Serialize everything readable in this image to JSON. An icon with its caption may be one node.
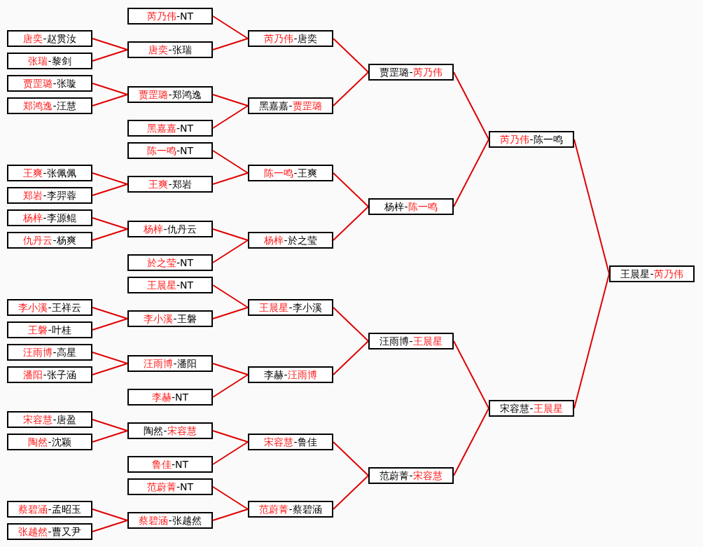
{
  "diagram": {
    "nodes": [
      {
        "text": [
          "唐奕-赵贯汝"
        ]
      },
      {
        "text": [
          "张瑞-黎剑"
        ]
      },
      {
        "text": [
          "贾罡璐-张璇"
        ]
      },
      {
        "text": [
          "郑鸿逸-汪慧"
        ]
      },
      {
        "text": [
          "王爽-张佩佩"
        ]
      },
      {
        "text": [
          "郑岩-李羿蓉"
        ]
      },
      {
        "text": [
          "杨梓-李源鲲"
        ]
      },
      {
        "text": [
          "仇丹云-杨爽"
        ]
      },
      {
        "text": [
          "李小溪-王祥云"
        ]
      },
      {
        "text": [
          "王磐-叶桂"
        ]
      },
      {
        "text": [
          "汪雨博-高星"
        ]
      },
      {
        "text": [
          "潘阳-张子涵"
        ]
      },
      {
        "text": [
          "宋容慧-唐盈"
        ]
      },
      {
        "text": [
          "陶然-沈颖"
        ]
      },
      {
        "text": [
          "蔡碧涵-孟昭玉"
        ]
      },
      {
        "text": [
          "张越然-曹又尹"
        ]
      },
      {
        "text": [
          "芮乃伟-NT"
        ]
      },
      {
        "text": [
          "唐奕-张瑞"
        ]
      },
      {
        "text": [
          "贾罡璐-郑鸿逸"
        ]
      },
      {
        "text": [
          "黑嘉嘉-NT"
        ]
      },
      {
        "text": [
          "陈一鸣-NT"
        ]
      },
      {
        "text": [
          "王爽-郑岩"
        ]
      },
      {
        "text": [
          "杨梓-仇丹云"
        ]
      },
      {
        "text": [
          "於之莹-NT"
        ]
      },
      {
        "text": [
          "王晨星-NT"
        ]
      },
      {
        "text": [
          "李小溪-王磐"
        ]
      },
      {
        "text": [
          "汪雨博-潘阳"
        ]
      },
      {
        "text": [
          "李赫-NT"
        ]
      },
      {
        "text": [
          "陶然-宋容慧"
        ]
      },
      {
        "text": [
          "鲁佳-NT"
        ]
      },
      {
        "text": [
          "范蔚菁-NT"
        ]
      },
      {
        "text": [
          "蔡碧涵-张越然"
        ]
      },
      {
        "text": [
          "芮乃伟-唐奕"
        ]
      },
      {
        "text": [
          "黑嘉嘉-贾罡璐"
        ]
      },
      {
        "text": [
          "陈一鸣-王爽"
        ]
      },
      {
        "text": [
          "杨梓-於之莹"
        ]
      },
      {
        "text": [
          "王晨星-李小溪"
        ]
      },
      {
        "text": [
          "李赫-汪雨博"
        ]
      },
      {
        "text": [
          "宋容慧-鲁佳"
        ]
      },
      {
        "text": [
          "范蔚菁-蔡碧涵"
        ]
      },
      {
        "text": [
          "贾罡璐-芮乃伟"
        ]
      },
      {
        "text": [
          "杨梓-陈一鸣"
        ]
      },
      {
        "text": [
          "汪雨博-王晨星"
        ]
      },
      {
        "text": [
          "范蔚菁-宋容慧"
        ]
      },
      {
        "text": [
          "芮乃伟-陈一鸣"
        ]
      },
      {
        "text": [
          "宋容慧-王晨星"
        ]
      },
      {
        "text": [
          "王晨星-芮乃伟"
        ]
      }
    ],
    "edges": [
      {
        "from": 0,
        "to": 17,
        "arrow": "none"
      },
      {
        "from": 1,
        "to": 17,
        "arrow": "none"
      },
      {
        "from": 2,
        "to": 18,
        "arrow": "none"
      },
      {
        "from": 3,
        "to": 18,
        "arrow": "none"
      },
      {
        "from": 4,
        "to": 21,
        "arrow": "none"
      },
      {
        "from": 5,
        "to": 21,
        "arrow": "none"
      },
      {
        "from": 6,
        "to": 22,
        "arrow": "none"
      },
      {
        "from": 7,
        "to": 22,
        "arrow": "none"
      },
      {
        "from": 8,
        "to": 25,
        "arrow": "none"
      },
      {
        "from": 9,
        "to": 25,
        "arrow": "none"
      },
      {
        "from": 10,
        "to": 26,
        "arrow": "none"
      },
      {
        "from": 11,
        "to": 26,
        "arrow": "none"
      },
      {
        "from": 12,
        "to": 28,
        "arrow": "none"
      },
      {
        "from": 13,
        "to": 28,
        "arrow": "none"
      },
      {
        "from": 14,
        "to": 31,
        "arrow": "none"
      },
      {
        "from": 15,
        "to": 31,
        "arrow": "none"
      },
      {
        "from": 16,
        "to": 32,
        "arrow": "none"
      },
      {
        "from": 17,
        "to": 32,
        "arrow": "none"
      },
      {
        "from": 18,
        "to": 33,
        "arrow": "none"
      },
      {
        "from": 19,
        "to": 33,
        "arrow": "none"
      },
      {
        "from": 20,
        "to": 34,
        "arrow": "none"
      },
      {
        "from": 21,
        "to": 34,
        "arrow": "none"
      },
      {
        "from": 22,
        "to": 35,
        "arrow": "none"
      },
      {
        "from": 23,
        "to": 35,
        "arrow": "none"
      },
      {
        "from": 24,
        "to": 36,
        "arrow": "none"
      },
      {
        "from": 25,
        "to": 36,
        "arrow": "none"
      },
      {
        "from": 26,
        "to": 37,
        "arrow": "none"
      },
      {
        "from": 27,
        "to": 37,
        "arrow": "none"
      },
      {
        "from": 28,
        "to": 38,
        "arrow": "none"
      },
      {
        "from": 29,
        "to": 38,
        "arrow": "none"
      },
      {
        "from": 30,
        "to": 39,
        "arrow": "none"
      },
      {
        "from": 31,
        "to": 39,
        "arrow": "none"
      },
      {
        "from": 32,
        "to": 40,
        "arrow": "none"
      },
      {
        "from": 33,
        "to": 40,
        "arrow": "none"
      },
      {
        "from": 34,
        "to": 41,
        "arrow": "none"
      },
      {
        "from": 35,
        "to": 41,
        "arrow": "none"
      },
      {
        "from": 36,
        "to": 42,
        "arrow": "none"
      },
      {
        "from": 37,
        "to": 42,
        "arrow": "none"
      },
      {
        "from": 38,
        "to": 43,
        "arrow": "none"
      },
      {
        "from": 39,
        "to": 43,
        "arrow": "none"
      },
      {
        "from": 40,
        "to": 44,
        "arrow": "none"
      },
      {
        "from": 41,
        "to": 44,
        "arrow": "none"
      },
      {
        "from": 42,
        "to": 45,
        "arrow": "none"
      },
      {
        "from": 43,
        "to": 45,
        "arrow": "none"
      },
      {
        "from": 44,
        "to": 46,
        "arrow": "none"
      },
      {
        "from": 45,
        "to": 46,
        "arrow": "none"
      }
    ]
  }
}
